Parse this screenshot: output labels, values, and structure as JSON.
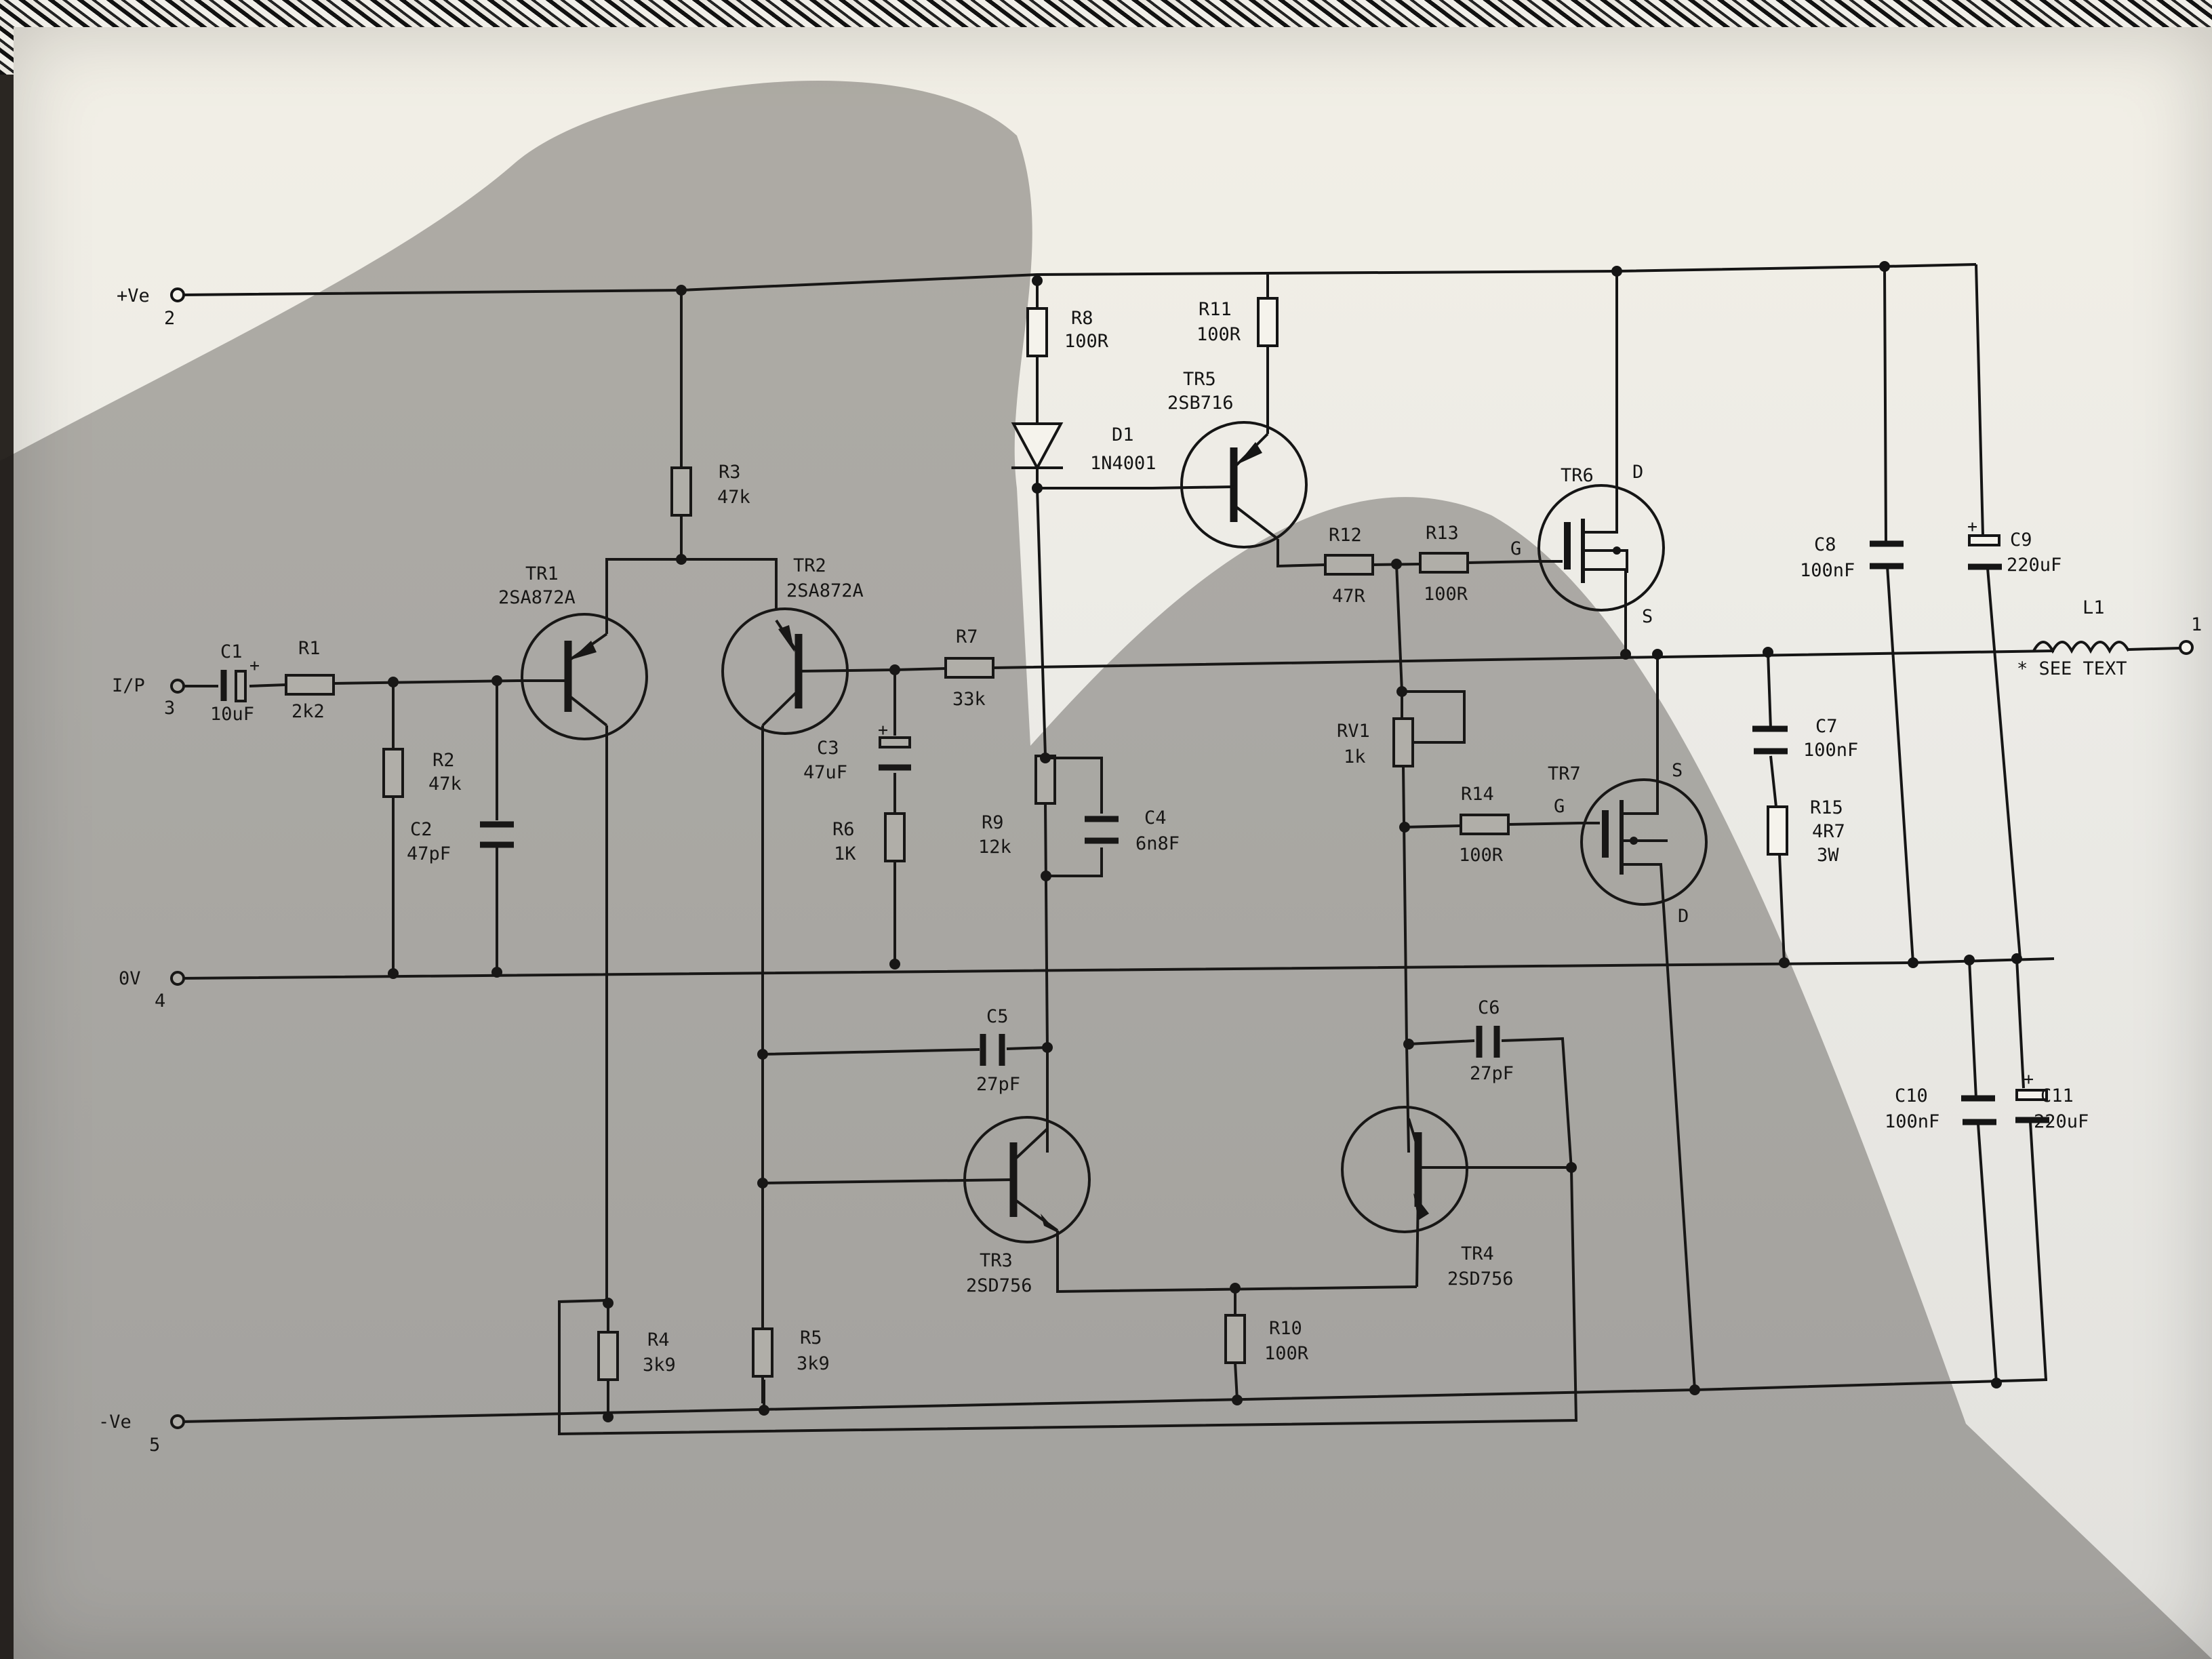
{
  "terminals": {
    "vpos": {
      "name": "+Ve",
      "pin": "2"
    },
    "input": {
      "name": "I/P",
      "pin": "3"
    },
    "zero": {
      "name": "0V",
      "pin": "4"
    },
    "vneg": {
      "name": "-Ve",
      "pin": "5"
    },
    "out_pin": "1"
  },
  "components": {
    "C1": {
      "ref": "C1",
      "value": "10uF"
    },
    "R1": {
      "ref": "R1",
      "value": "2k2"
    },
    "R2": {
      "ref": "R2",
      "value": "47k"
    },
    "C2": {
      "ref": "C2",
      "value": "47pF"
    },
    "R3": {
      "ref": "R3",
      "value": "47k"
    },
    "TR1": {
      "ref": "TR1",
      "value": "2SA872A"
    },
    "TR2": {
      "ref": "TR2",
      "value": "2SA872A"
    },
    "R7": {
      "ref": "R7",
      "value": "33k"
    },
    "C3": {
      "ref": "C3",
      "value": "47uF"
    },
    "R6": {
      "ref": "R6",
      "value": "1K"
    },
    "R8": {
      "ref": "R8",
      "value": "100R"
    },
    "D1": {
      "ref": "D1",
      "value": "1N4001"
    },
    "R9": {
      "ref": "R9",
      "value": "12k"
    },
    "C4": {
      "ref": "C4",
      "value": "6n8F"
    },
    "R11": {
      "ref": "R11",
      "value": "100R"
    },
    "TR5": {
      "ref": "TR5",
      "value": "2SB716"
    },
    "R12": {
      "ref": "R12",
      "value": "47R"
    },
    "R13": {
      "ref": "R13",
      "value": "100R"
    },
    "TR6": {
      "ref": "TR6",
      "g": "G",
      "d": "D",
      "s": "S"
    },
    "RV1": {
      "ref": "RV1",
      "value": "1k"
    },
    "R14": {
      "ref": "R14",
      "value": "100R"
    },
    "TR7": {
      "ref": "TR7",
      "g": "G",
      "d": "D",
      "s": "S"
    },
    "C8": {
      "ref": "C8",
      "value": "100nF"
    },
    "C9": {
      "ref": "C9",
      "value": "220uF"
    },
    "L1": {
      "ref": "L1",
      "note": "* SEE TEXT"
    },
    "C7": {
      "ref": "C7",
      "value": "100nF"
    },
    "R15": {
      "ref": "R15",
      "value": "4R7",
      "rating": "3W"
    },
    "C5": {
      "ref": "C5",
      "value": "27pF"
    },
    "C6": {
      "ref": "C6",
      "value": "27pF"
    },
    "TR3": {
      "ref": "TR3",
      "value": "2SD756"
    },
    "TR4": {
      "ref": "TR4",
      "value": "2SD756"
    },
    "R10": {
      "ref": "R10",
      "value": "100R"
    },
    "R4": {
      "ref": "R4",
      "value": "3k9"
    },
    "R5": {
      "ref": "R5",
      "value": "3k9"
    },
    "C10": {
      "ref": "C10",
      "value": "100nF"
    },
    "C11": {
      "ref": "C11",
      "value": "220uF"
    }
  },
  "polarity_mark": "+",
  "colors": {
    "ink": "#151515",
    "paper": "#f2efe6",
    "shadow": "#1e1b18"
  }
}
